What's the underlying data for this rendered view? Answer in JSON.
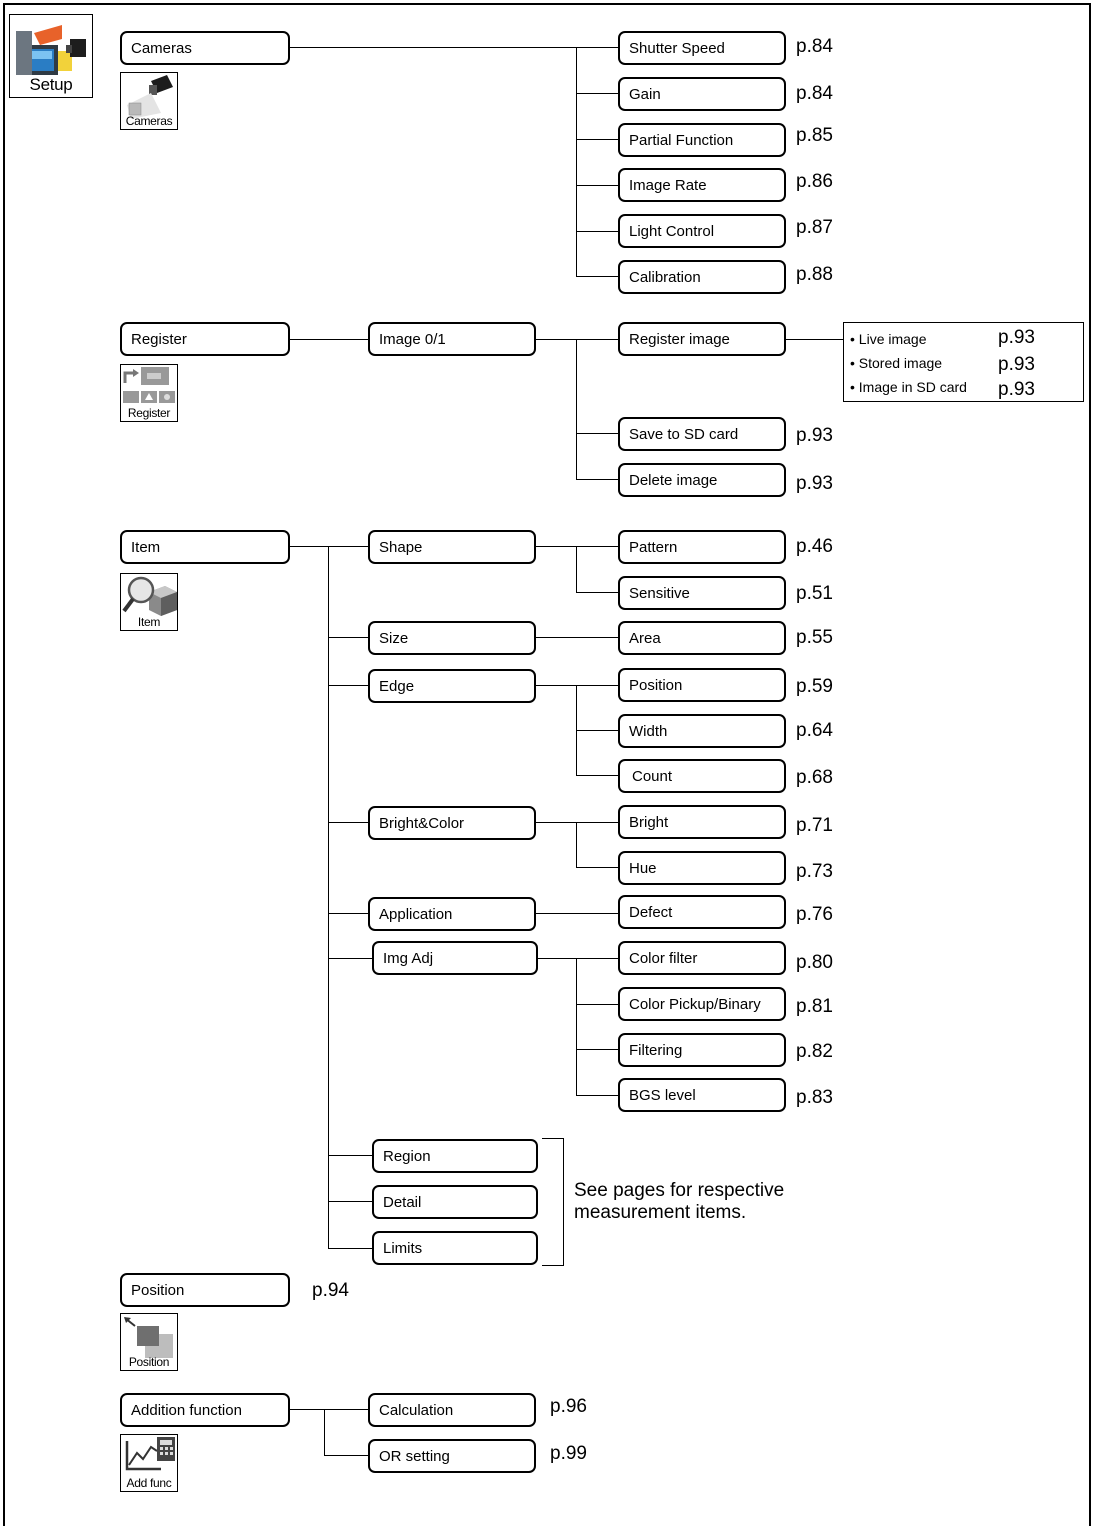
{
  "root": {
    "label": "Setup",
    "icon": "setup-camera-monitor-icon"
  },
  "groups": {
    "cameras": {
      "label": "Cameras",
      "icon_caption": "Cameras",
      "icon": "camera-icon"
    },
    "register": {
      "label": "Register",
      "icon_caption": "Register",
      "icon": "register-images-icon"
    },
    "item": {
      "label": "Item",
      "icon_caption": "Item",
      "icon": "magnifier-cube-icon"
    },
    "position": {
      "label": "Position",
      "icon_caption": "Position",
      "icon": "position-shift-icon",
      "page": "p.94"
    },
    "addition": {
      "label": "Addition function",
      "icon_caption": "Add func",
      "icon": "graph-calculator-icon"
    }
  },
  "cameras_children": [
    {
      "label": "Shutter Speed",
      "page": "p.84"
    },
    {
      "label": "Gain",
      "page": "p.84"
    },
    {
      "label": "Partial Function",
      "page": "p.85"
    },
    {
      "label": "Image Rate",
      "page": "p.86"
    },
    {
      "label": "Light Control",
      "page": "p.87"
    },
    {
      "label": "Calibration",
      "page": "p.88"
    }
  ],
  "register_children": {
    "image": {
      "label": "Image 0/1"
    },
    "actions": [
      {
        "label": "Register image",
        "page": ""
      },
      {
        "label": "Save to SD card",
        "page": "p.93"
      },
      {
        "label": "Delete image",
        "page": "p.93"
      }
    ],
    "image_sources": [
      {
        "label": "• Live image",
        "page": "p.93"
      },
      {
        "label": "• Stored image",
        "page": "p.93"
      },
      {
        "label": "• Image in SD card",
        "page": "p.93"
      }
    ]
  },
  "item_children": {
    "shape": {
      "label": "Shape",
      "children": [
        {
          "label": "Pattern",
          "page": "p.46"
        },
        {
          "label": "Sensitive",
          "page": "p.51"
        }
      ]
    },
    "size": {
      "label": "Size",
      "children": [
        {
          "label": "Area",
          "page": "p.55"
        }
      ]
    },
    "edge": {
      "label": "Edge",
      "children": [
        {
          "label": "Position",
          "page": "p.59"
        },
        {
          "label": "Width",
          "page": "p.64"
        },
        {
          "label": "Count",
          "page": "p.68"
        }
      ]
    },
    "bright_color": {
      "label": "Bright&Color",
      "children": [
        {
          "label": "Bright",
          "page": "p.71"
        },
        {
          "label": "Hue",
          "page": "p.73"
        }
      ]
    },
    "application": {
      "label": "Application",
      "children": [
        {
          "label": "Defect",
          "page": "p.76"
        }
      ]
    },
    "img_adj": {
      "label": "Img Adj",
      "children": [
        {
          "label": "Color filter",
          "page": "p.80"
        },
        {
          "label": "Color Pickup/Binary",
          "page": "p.81"
        },
        {
          "label": "Filtering",
          "page": "p.82"
        },
        {
          "label": "BGS level",
          "page": "p.83"
        }
      ]
    },
    "common": [
      {
        "label": "Region"
      },
      {
        "label": "Detail"
      },
      {
        "label": "Limits"
      }
    ],
    "common_note": "See pages for respective measurement items."
  },
  "addition_children": [
    {
      "label": "Calculation",
      "page": "p.96"
    },
    {
      "label": "OR setting",
      "page": "p.99"
    }
  ]
}
